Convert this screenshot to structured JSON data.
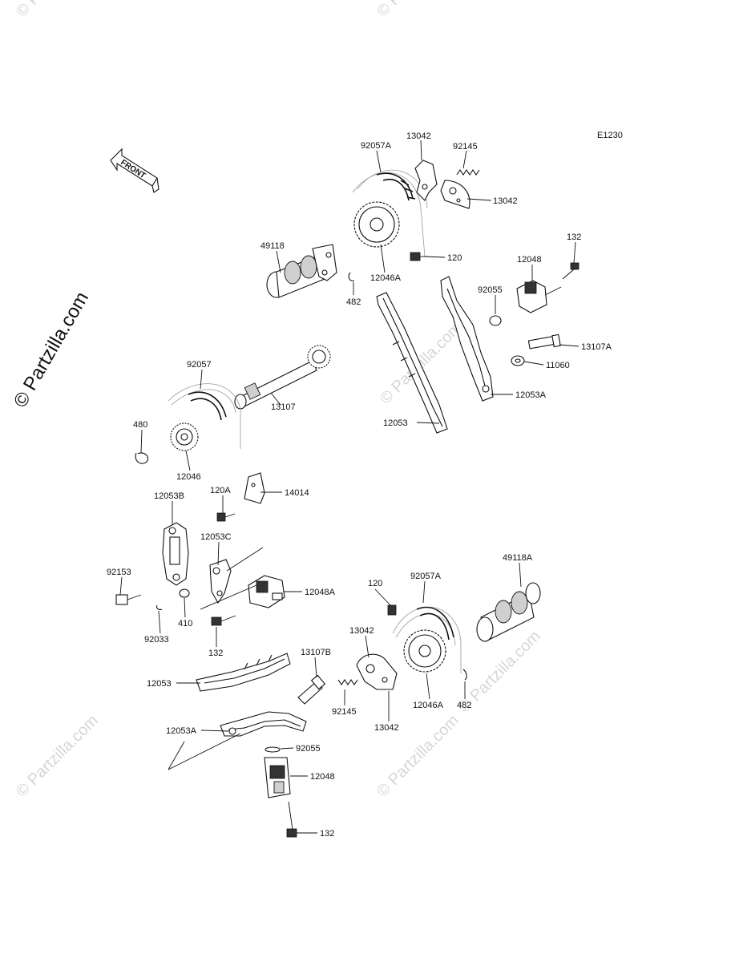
{
  "diagram": {
    "code": "E1230",
    "front_label": "FRONT",
    "watermark": "© Partzilla.com",
    "watermark_main": "© Partzilla.com",
    "labels": {
      "l_92057A_top": "92057A",
      "l_13042_top": "13042",
      "l_92145_top": "92145",
      "l_13042_right": "13042",
      "l_49118": "49118",
      "l_120_top": "120",
      "l_12046A_top": "12046A",
      "l_482_top": "482",
      "l_132_top": "132",
      "l_12048_top": "12048",
      "l_92055_top": "92055",
      "l_13107A": "13107A",
      "l_11060": "11060",
      "l_12053A_top": "12053A",
      "l_12053_top": "12053",
      "l_92057": "92057",
      "l_13107": "13107",
      "l_480": "480",
      "l_12046": "12046",
      "l_120A": "120A",
      "l_14014": "14014",
      "l_12053B": "12053B",
      "l_12053C": "12053C",
      "l_92153": "92153",
      "l_12048A": "12048A",
      "l_92033": "92033",
      "l_410": "410",
      "l_132_mid": "132",
      "l_120_bot": "120",
      "l_92057A_bot": "92057A",
      "l_49118A": "49118A",
      "l_13042_bot1": "13042",
      "l_13107B": "13107B",
      "l_12053_bot": "12053",
      "l_92145_bot": "92145",
      "l_13042_bot2": "13042",
      "l_12046A_bot": "12046A",
      "l_482_bot": "482",
      "l_12053A_bot": "12053A",
      "l_92055_bot": "92055",
      "l_12048_bot": "12048",
      "l_132_bot": "132"
    }
  }
}
